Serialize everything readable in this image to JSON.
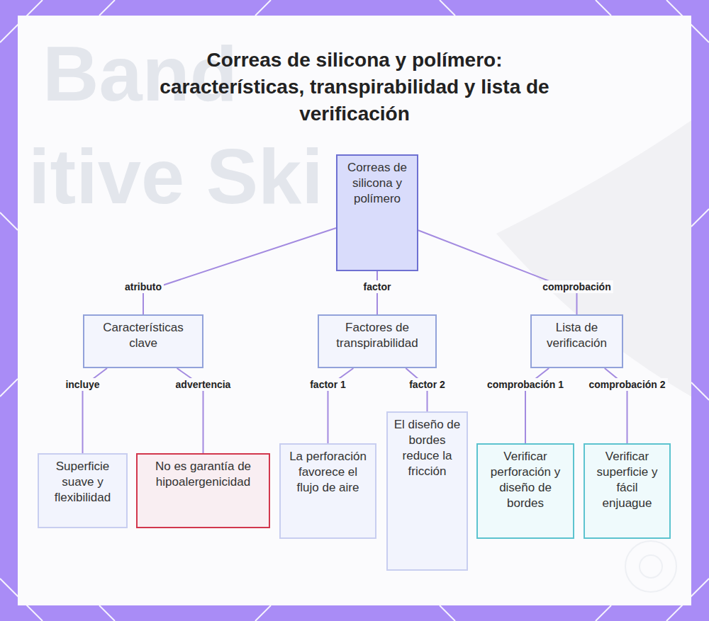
{
  "diagram": {
    "title": "Correas de silicona y polímero: características, transpirabilidad y lista de verificación",
    "nodes": [
      {
        "text": [
          "Correas de silicona y polímero"
        ]
      },
      {
        "text": [
          "Características clave"
        ]
      },
      {
        "text": [
          "Factores de transpirabilidad"
        ]
      },
      {
        "text": [
          "Lista de verificación"
        ]
      },
      {
        "text": [
          "Superficie suave y flexibilidad"
        ]
      },
      {
        "text": [
          "No es garantía de hipoalergenicidad"
        ]
      },
      {
        "text": [
          "La perforación favorece el flujo de aire"
        ]
      },
      {
        "text": [
          "El diseño de bordes reduce la fricción"
        ]
      },
      {
        "text": [
          "Verificar perforación y diseño de bordes"
        ]
      },
      {
        "text": [
          "Verificar superficie y fácil enjuague"
        ]
      }
    ],
    "edges": [
      {
        "from": 0,
        "to": 1,
        "arrow": "none",
        "label": "atributo"
      },
      {
        "from": 0,
        "to": 2,
        "arrow": "none",
        "label": "factor"
      },
      {
        "from": 0,
        "to": 3,
        "arrow": "none",
        "label": "comprobación"
      },
      {
        "from": 1,
        "to": 4,
        "arrow": "none",
        "label": "incluye"
      },
      {
        "from": 1,
        "to": 5,
        "arrow": "none",
        "label": "advertencia"
      },
      {
        "from": 2,
        "to": 6,
        "arrow": "none",
        "label": "factor 1"
      },
      {
        "from": 2,
        "to": 7,
        "arrow": "none",
        "label": "factor 2"
      },
      {
        "from": 3,
        "to": 8,
        "arrow": "none",
        "label": "comprobación 1"
      },
      {
        "from": 3,
        "to": 9,
        "arrow": "none",
        "label": "comprobación 2"
      }
    ],
    "labels": [
      "Band",
      "itive Ski"
    ]
  }
}
